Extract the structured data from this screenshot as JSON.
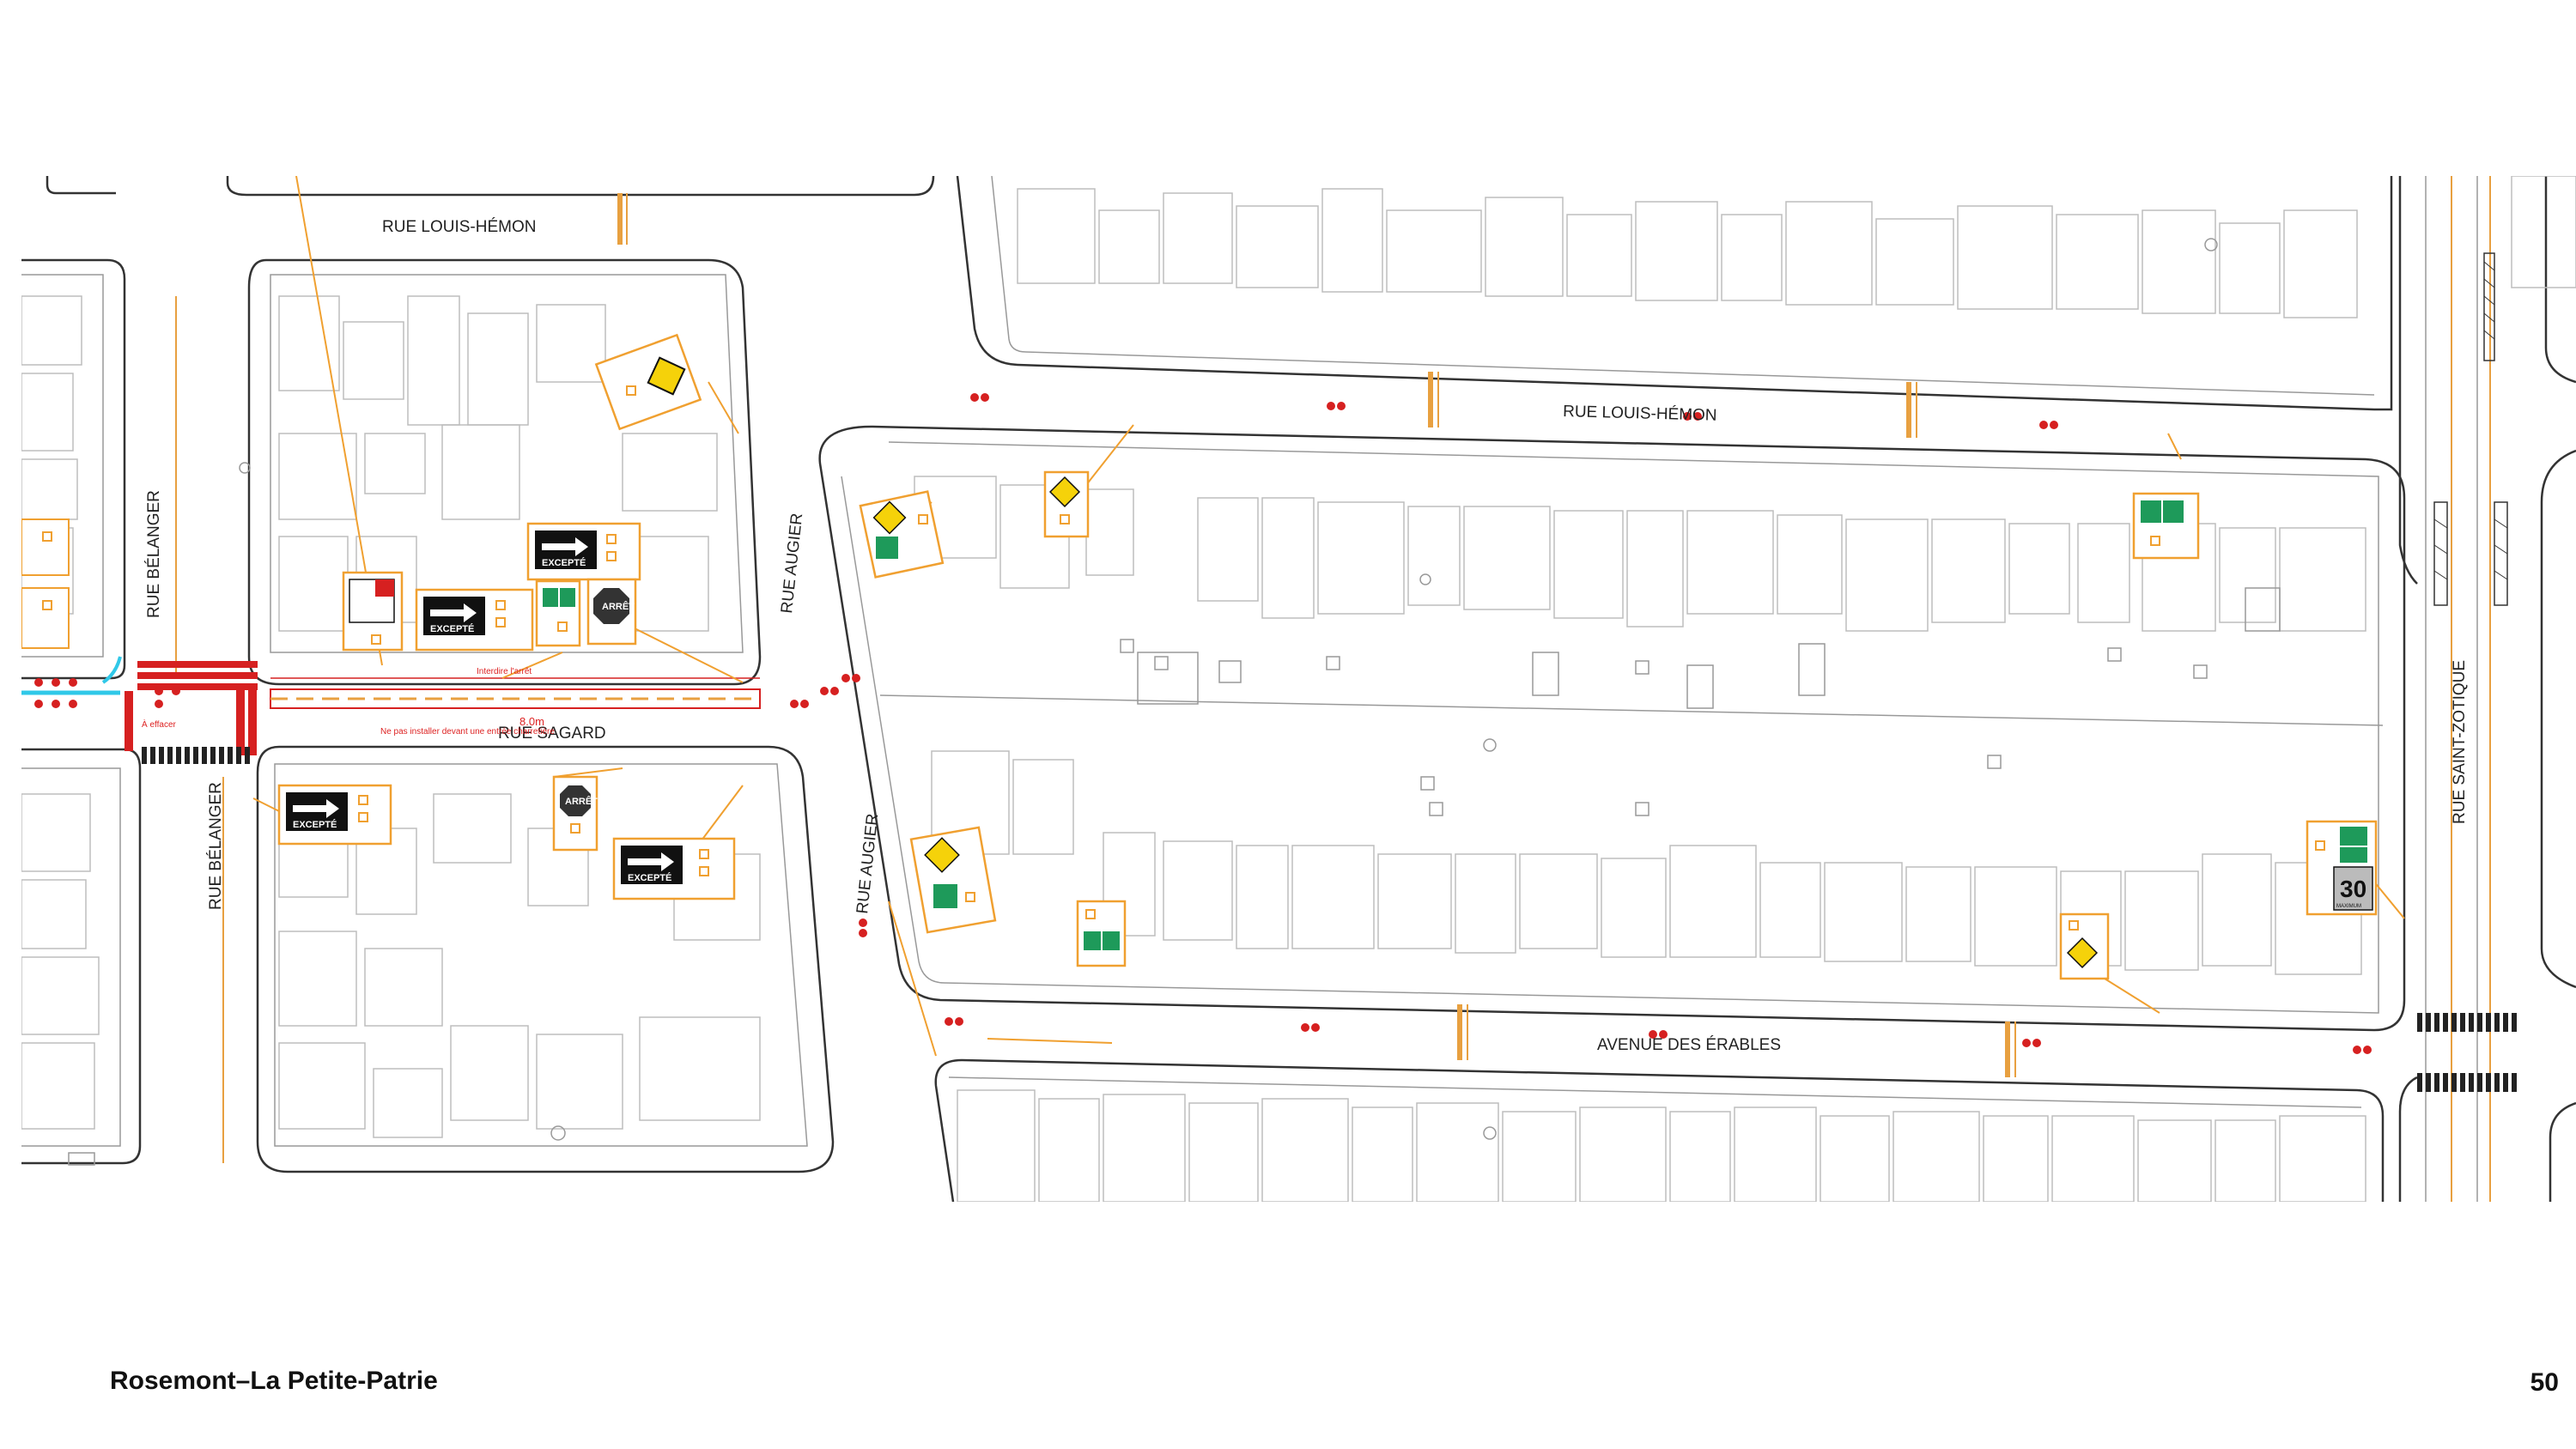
{
  "footer": {
    "title": "Rosemont–La Petite-Patrie",
    "page_number": "50"
  },
  "map": {
    "streets": {
      "louis_hemon_left": "RUE LOUIS-HÉMON",
      "louis_hemon_right": "RUE LOUIS-HÉMON",
      "belanger_top": "RUE BÉLANGER",
      "belanger_bottom": "RUE BÉLANGER",
      "augier_top": "RUE AUGIER",
      "augier_bottom": "RUE AUGIER",
      "sagard": "RUE SAGARD",
      "erables": "AVENUE DES ÉRABLES",
      "saint_zotique": "RUE SAINT-ZOTIQUE"
    },
    "annotations": {
      "excepte": "EXCEPTÉ",
      "arret": "ARRÊT",
      "speed_limit": "30",
      "speed_label": "MAXIMUM",
      "width": "8.0m",
      "a_effacer": "À effacer",
      "interdire_arret": "Interdire l'arrêt",
      "ne_pas_installer": "Ne pas installer devant une entrée charretière"
    },
    "colors": {
      "annotation_red": "#d62020",
      "sign_orange": "#f0a030",
      "sign_yellow": "#f5d20a",
      "sign_green": "#1e9a5a",
      "sign_black": "#111111",
      "building_line": "#b8b8b8"
    }
  }
}
